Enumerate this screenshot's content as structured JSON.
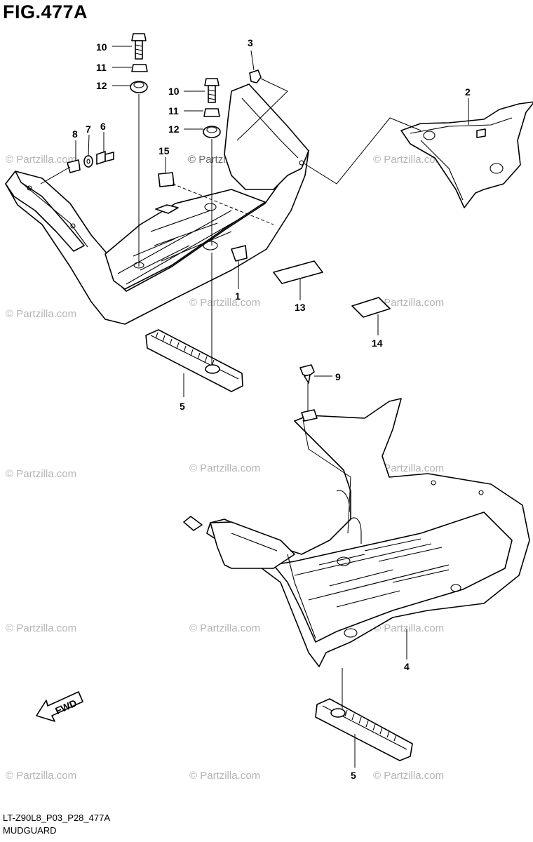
{
  "figure": {
    "title": "FIG.477A",
    "code": "LT-Z90L8_P03_P28_477A",
    "name": "MUDGUARD"
  },
  "watermarks": {
    "text": "© Partzilla.com",
    "bold_text": "© Partzilla.com"
  },
  "fwd_label": "FWD",
  "callouts": {
    "c1": "1",
    "c2": "2",
    "c3": "3",
    "c4": "4",
    "c5a": "5",
    "c5b": "5",
    "c6": "6",
    "c7": "7",
    "c8": "8",
    "c9": "9",
    "c10a": "10",
    "c10b": "10",
    "c11a": "11",
    "c11b": "11",
    "c12a": "12",
    "c12b": "12",
    "c13": "13",
    "c14": "14",
    "c15": "15"
  }
}
